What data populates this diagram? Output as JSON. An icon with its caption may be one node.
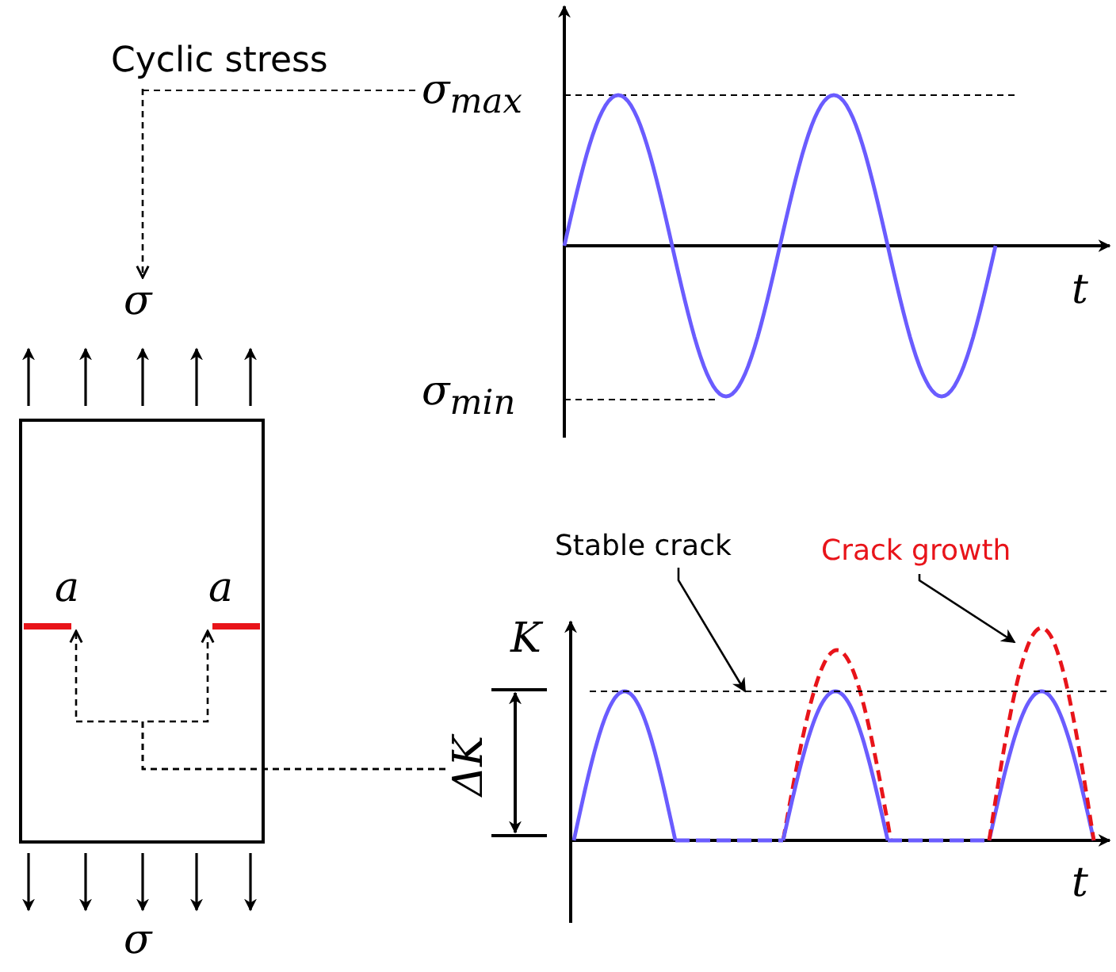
{
  "diagram": {
    "nodes": [
      {
        "text": [
          "Cyclic stress"
        ]
      },
      {
        "text": [
          "σ"
        ]
      },
      {
        "text": [],
        "shape": "box"
      },
      {
        "text": [],
        "shape": "bar",
        "in": 2,
        "beside": [
          "a"
        ]
      },
      {
        "text": [],
        "shape": "bar",
        "in": 2,
        "beside": [
          "a"
        ]
      },
      {
        "text": [
          "ΔK"
        ]
      },
      {
        "text": [
          "Stable crack"
        ]
      },
      {
        "text": [
          "Crack growth"
        ]
      },
      {
        "text": [],
        "shape": "line"
      },
      {
        "text": [],
        "shape": "curve"
      }
    ],
    "edges": [
      {
        "from": 0,
        "to": 1,
        "arrow": "to",
        "style": "dashed"
      },
      {
        "from": 5,
        "to": 3,
        "arrow": "to",
        "style": "dashed"
      },
      {
        "from": 5,
        "to": 4,
        "arrow": "to",
        "style": "dashed"
      },
      {
        "from": 6,
        "to": 8,
        "arrow": "to"
      },
      {
        "from": 7,
        "to": 9,
        "arrow": "to"
      }
    ],
    "labels": [
      "σ$_{max}$",
      "t",
      "σ$_{min}$",
      "K",
      "t",
      "σ"
    ]
  }
}
